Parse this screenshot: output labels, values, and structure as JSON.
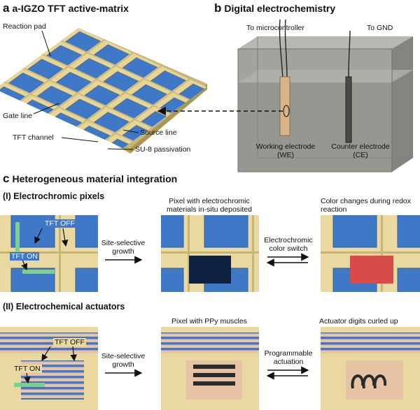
{
  "panel_a": {
    "letter": "a",
    "title": "a-IGZO TFT active-matrix",
    "labels": {
      "reaction_pad": "Reaction pad",
      "gate_line": "Gate line",
      "tft_channel": "TFT channel",
      "source_line": "Source line",
      "passivation": "SU-8 passivation"
    }
  },
  "panel_b": {
    "letter": "b",
    "title": "Digital electrochemistry",
    "labels": {
      "to_microcontroller": "To microcontroller",
      "to_gnd": "To GND",
      "working_electrode": "Working electrode",
      "working_abbr": "(WE)",
      "counter_electrode": "Counter electrode",
      "counter_abbr": "(CE)"
    }
  },
  "panel_c": {
    "letter": "c",
    "title": "Heterogeneous material integration",
    "row1": {
      "title": "(I) Electrochromic pixels",
      "tft_off": "TFT OFF",
      "tft_on": "TFT ON",
      "step1": [
        "Site-selective",
        "growth"
      ],
      "caption2": [
        "Pixel with electrochromic",
        "materials in-situ deposited"
      ],
      "step2": [
        "Electrochromic",
        "color switch"
      ],
      "caption3": [
        "Color changes during redox",
        "reaction"
      ]
    },
    "row2": {
      "title": "(II) Electrochemical actuators",
      "tft_off": "TFT OFF",
      "tft_on": "TFT ON",
      "step1": [
        "Site-selective",
        "growth"
      ],
      "caption2": "Pixel with PPy muscles",
      "step2": [
        "Programmable",
        "actuation"
      ],
      "caption3": "Actuator digits curled up"
    }
  },
  "colors": {
    "pad_blue": "#3e78c6",
    "trace_yellow": "#e8d79a",
    "channel_green": "#7ccf8e",
    "deposit_dark": "#0c2240",
    "deposit_red": "#d94b4b",
    "ppy_dark": "#2a2a2a",
    "actuator_pad": "#e7c3a5",
    "tank_gray": "#8c8c88"
  }
}
